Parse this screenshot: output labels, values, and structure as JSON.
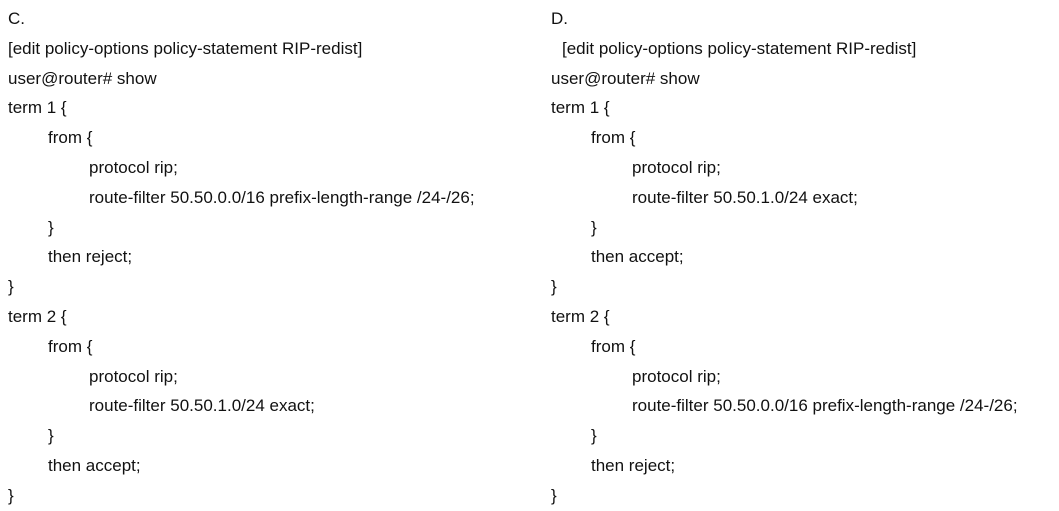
{
  "options": [
    {
      "label": "C.",
      "lines": [
        "[edit policy-options policy-statement RIP-redist]",
        "user@router# show",
        "term 1 {",
        "from {",
        "protocol rip;",
        "route-filter 50.50.0.0/16 prefix-length-range /24-/26;",
        "}",
        "then reject;",
        "}",
        "term 2 {",
        "from {",
        "protocol rip;",
        "route-filter 50.50.1.0/24 exact;",
        "}",
        "then accept;",
        "}"
      ]
    },
    {
      "label": "D.",
      "lines": [
        "[edit policy-options policy-statement RIP-redist]",
        "user@router# show",
        "term 1 {",
        "from {",
        "protocol rip;",
        "route-filter 50.50.1.0/24 exact;",
        "}",
        "then accept;",
        "}",
        "term 2 {",
        "from {",
        "protocol rip;",
        "route-filter 50.50.0.0/16 prefix-length-range /24-/26;",
        "}",
        "then reject;",
        "}"
      ]
    }
  ]
}
